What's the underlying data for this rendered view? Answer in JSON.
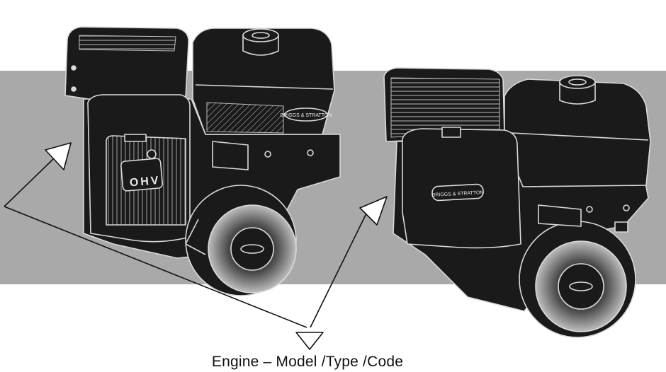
{
  "caption": "Engine – Model /Type /Code",
  "engine_left": {
    "badge_text": "OHV",
    "plate_text": "BRIGGS & STRATTON"
  },
  "engine_right": {
    "plate_text": "BRIGGS & STRATTON"
  },
  "colors": {
    "band": "#a9a9a9",
    "engine_body": "#1a1a1a",
    "outline": "#d9d9d9",
    "background": "#ffffff"
  }
}
